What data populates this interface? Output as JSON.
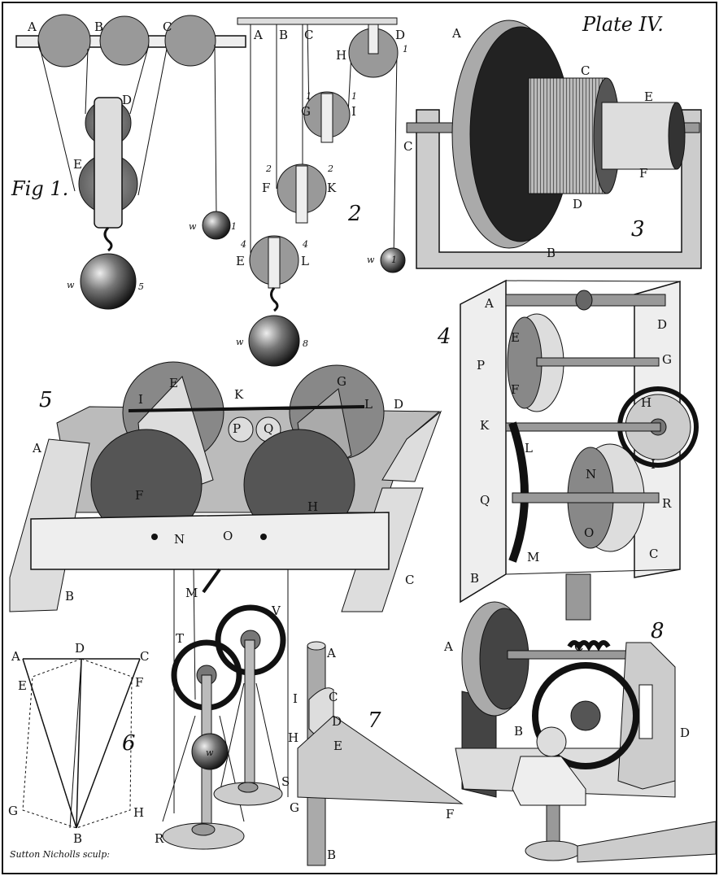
{
  "plate_title": "Plate IV.",
  "engraver": "Sutton Nicholls sculp:",
  "fig1": {
    "caption": "Fig 1.",
    "letters": [
      "A",
      "B",
      "C",
      "D",
      "E"
    ],
    "w_small": "w",
    "w_small_num": "1",
    "w_big": "w",
    "w_big_num": "5"
  },
  "fig2": {
    "number": "2",
    "top": [
      "A",
      "B",
      "C",
      "D"
    ],
    "h": "H",
    "h_num": "1",
    "g": "G",
    "i": "I",
    "g_num": "1",
    "i_num": "1",
    "f": "F",
    "k": "K",
    "f_num": "2",
    "k_num": "2",
    "e": "E",
    "l": "L",
    "e_num": "4",
    "l_num": "4",
    "w_big": "w",
    "w_big_num": "8",
    "w_small": "w",
    "w_small_num": "1"
  },
  "fig3": {
    "number": "3",
    "letters": [
      "A",
      "B",
      "C",
      "D",
      "E",
      "F",
      "C"
    ]
  },
  "fig4": {
    "number": "4",
    "letters": [
      "A",
      "B",
      "C",
      "D",
      "P",
      "K",
      "Q",
      "E",
      "F",
      "G",
      "H",
      "I",
      "L",
      "M",
      "N",
      "O",
      "R"
    ]
  },
  "fig5": {
    "number": "5",
    "letters": [
      "A",
      "B",
      "C",
      "D",
      "E",
      "F",
      "G",
      "H",
      "I",
      "K",
      "L",
      "M",
      "N",
      "O",
      "P",
      "Q"
    ]
  },
  "fig6": {
    "number": "6",
    "letters": [
      "A",
      "B",
      "C",
      "D",
      "E",
      "F",
      "G",
      "H"
    ]
  },
  "fig_wheels": {
    "letters": [
      "T",
      "V",
      "R",
      "S",
      "w"
    ]
  },
  "fig7": {
    "number": "7",
    "letters": [
      "A",
      "B",
      "C",
      "D",
      "E",
      "F",
      "G",
      "H",
      "I"
    ]
  },
  "fig8": {
    "number": "8",
    "letters": [
      "A",
      "B",
      "C",
      "D"
    ]
  }
}
